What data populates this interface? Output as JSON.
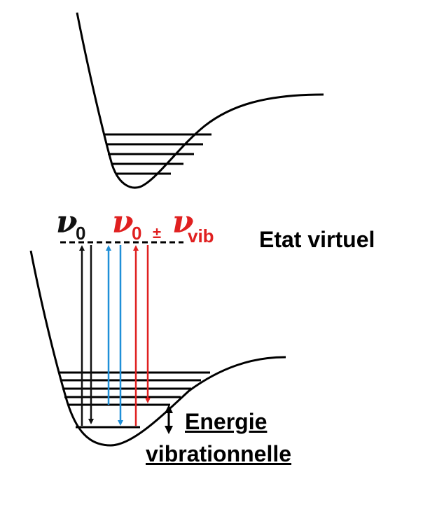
{
  "labels": {
    "nu_symbol": "ν",
    "nu_zero_sub": "0",
    "plus_minus": "±",
    "vib_sub": "vib",
    "virtual_state": "Etat virtuel",
    "vib_energy_line1": "Energie",
    "vib_energy_line2": "vibrationnelle"
  },
  "colors": {
    "curve": "#000000",
    "level": "#000000",
    "rayleigh_arrow": "#111111",
    "stokes_arrow": "#1f8fd8",
    "antistokes_arrow": "#e02020",
    "label_red": "#e02020",
    "virtual_line": "#000000"
  }
}
